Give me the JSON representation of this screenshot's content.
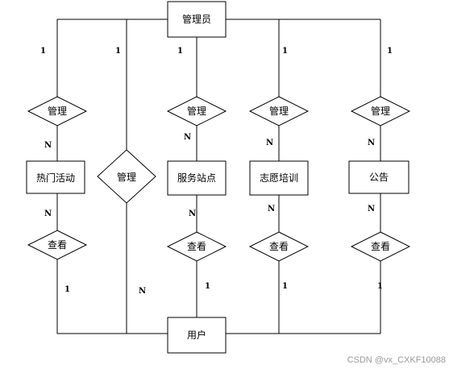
{
  "entities": {
    "admin": "管理员",
    "activity": "热门活动",
    "station": "服务站点",
    "training": "志愿培训",
    "notice": "公告",
    "user": "用户"
  },
  "relations": {
    "manage_activity": "管理",
    "manage_user": "管理",
    "manage_station": "管理",
    "manage_training": "管理",
    "manage_notice": "管理",
    "view_activity": "查看",
    "view_station": "查看",
    "view_training": "查看",
    "view_notice": "查看"
  },
  "cardinality": {
    "admin_activity": "1",
    "admin_user": "1",
    "admin_station": "1",
    "admin_training": "1",
    "admin_notice": "1",
    "activity_manage": "N",
    "station_manage": "N",
    "training_manage": "N",
    "notice_manage": "N",
    "activity_view": "N",
    "station_view": "N",
    "training_view": "N",
    "notice_view": "N",
    "user_activity": "1",
    "user_manage": "N",
    "user_station": "1",
    "user_training": "1",
    "user_notice": "1"
  },
  "watermark": "CSDN @vx_CXKF10088"
}
